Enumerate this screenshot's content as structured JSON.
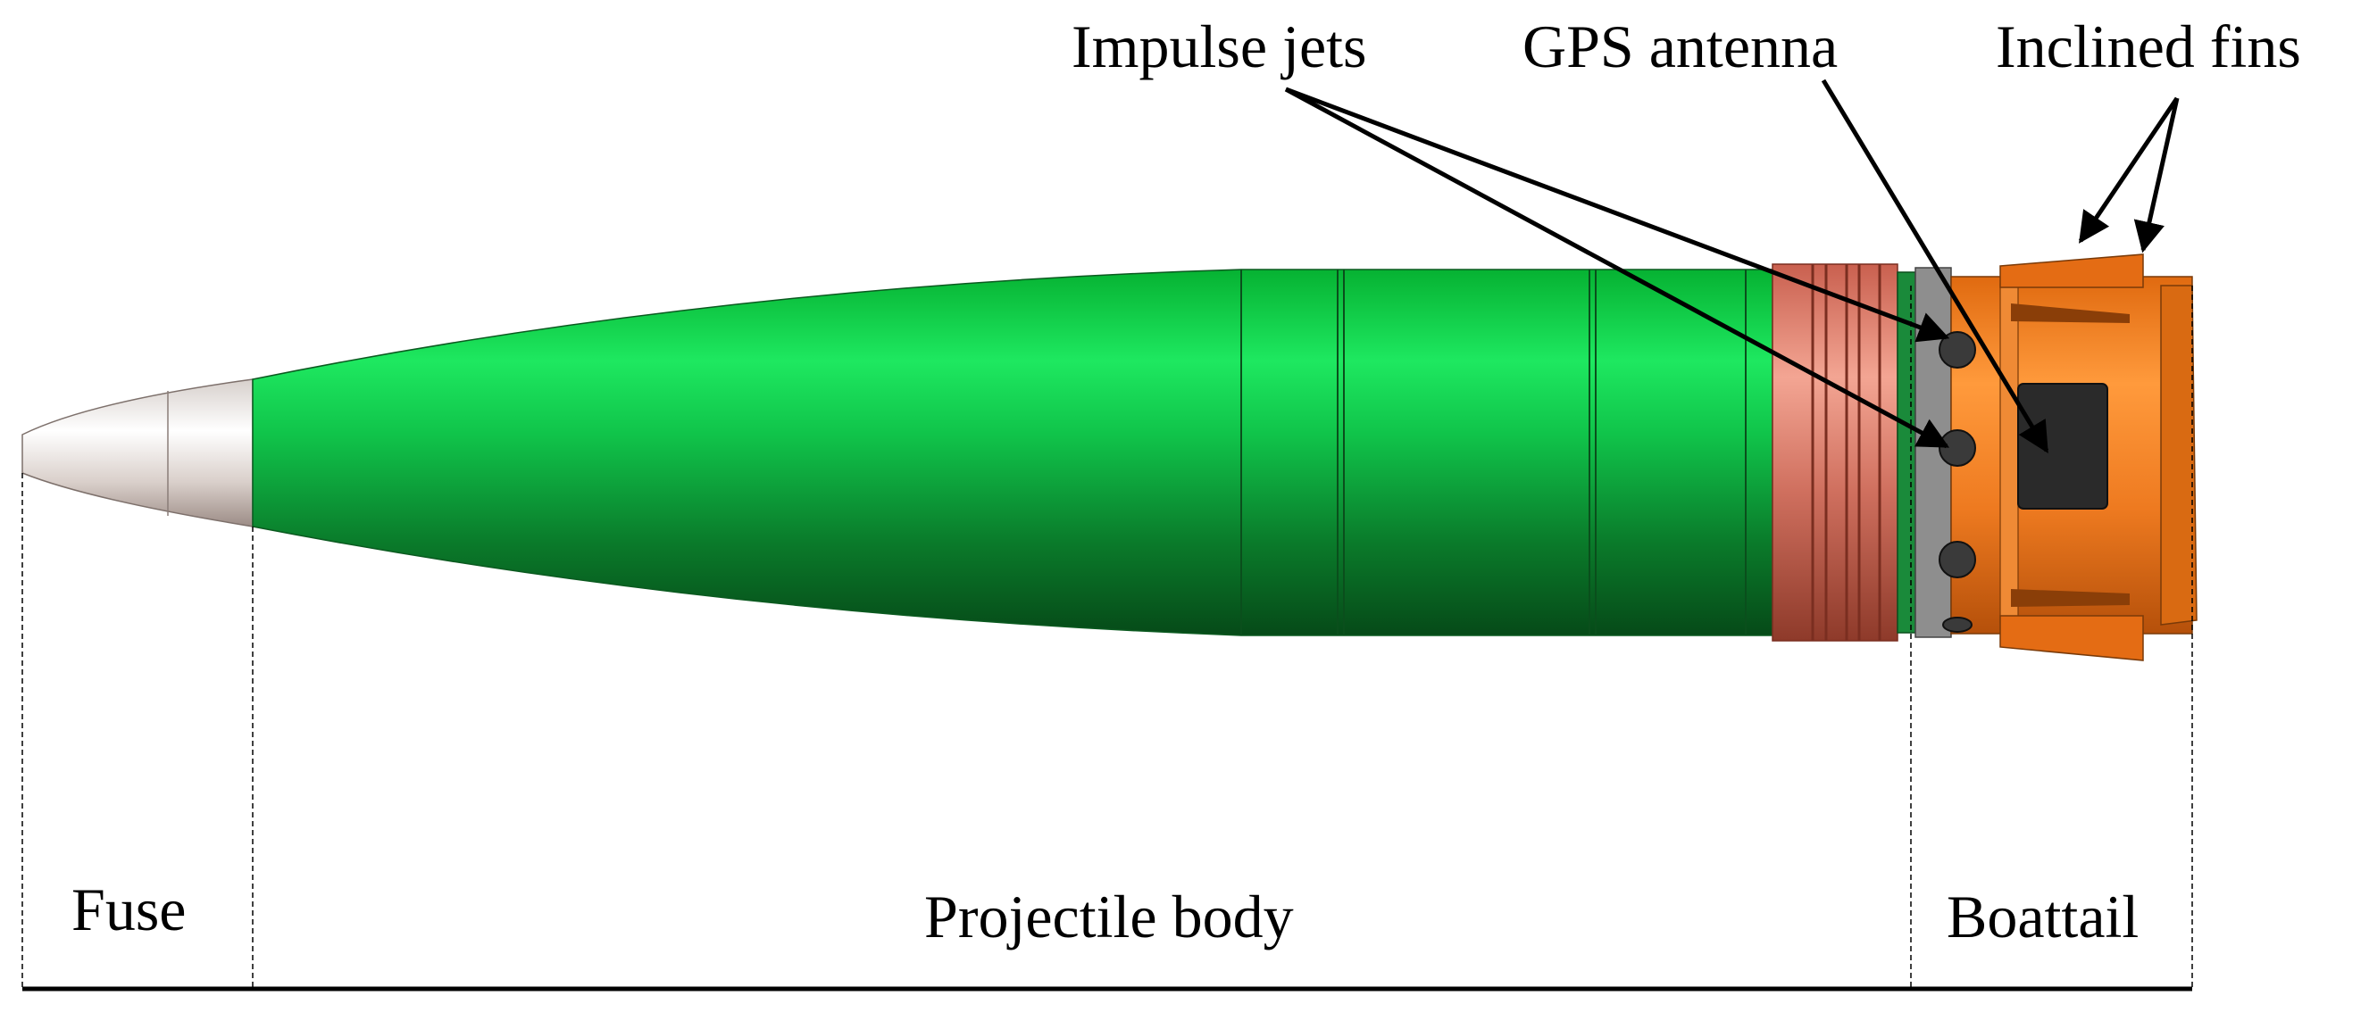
{
  "callouts": {
    "impulse_jets": "Impulse jets",
    "gps_antenna": "GPS antenna",
    "inclined_fins": "Inclined fins"
  },
  "sections": {
    "fuse": "Fuse",
    "projectile_body": "Projectile body",
    "boattail": "Boattail"
  },
  "colors": {
    "body_green": "#0fb83a",
    "fuse_tip": "#e7e2df",
    "band_copper": "#d9786a",
    "boattail_orange": "#f07b1e",
    "gps_patch": "#2a2a2a",
    "jet_hole": "#3a3a3a"
  }
}
